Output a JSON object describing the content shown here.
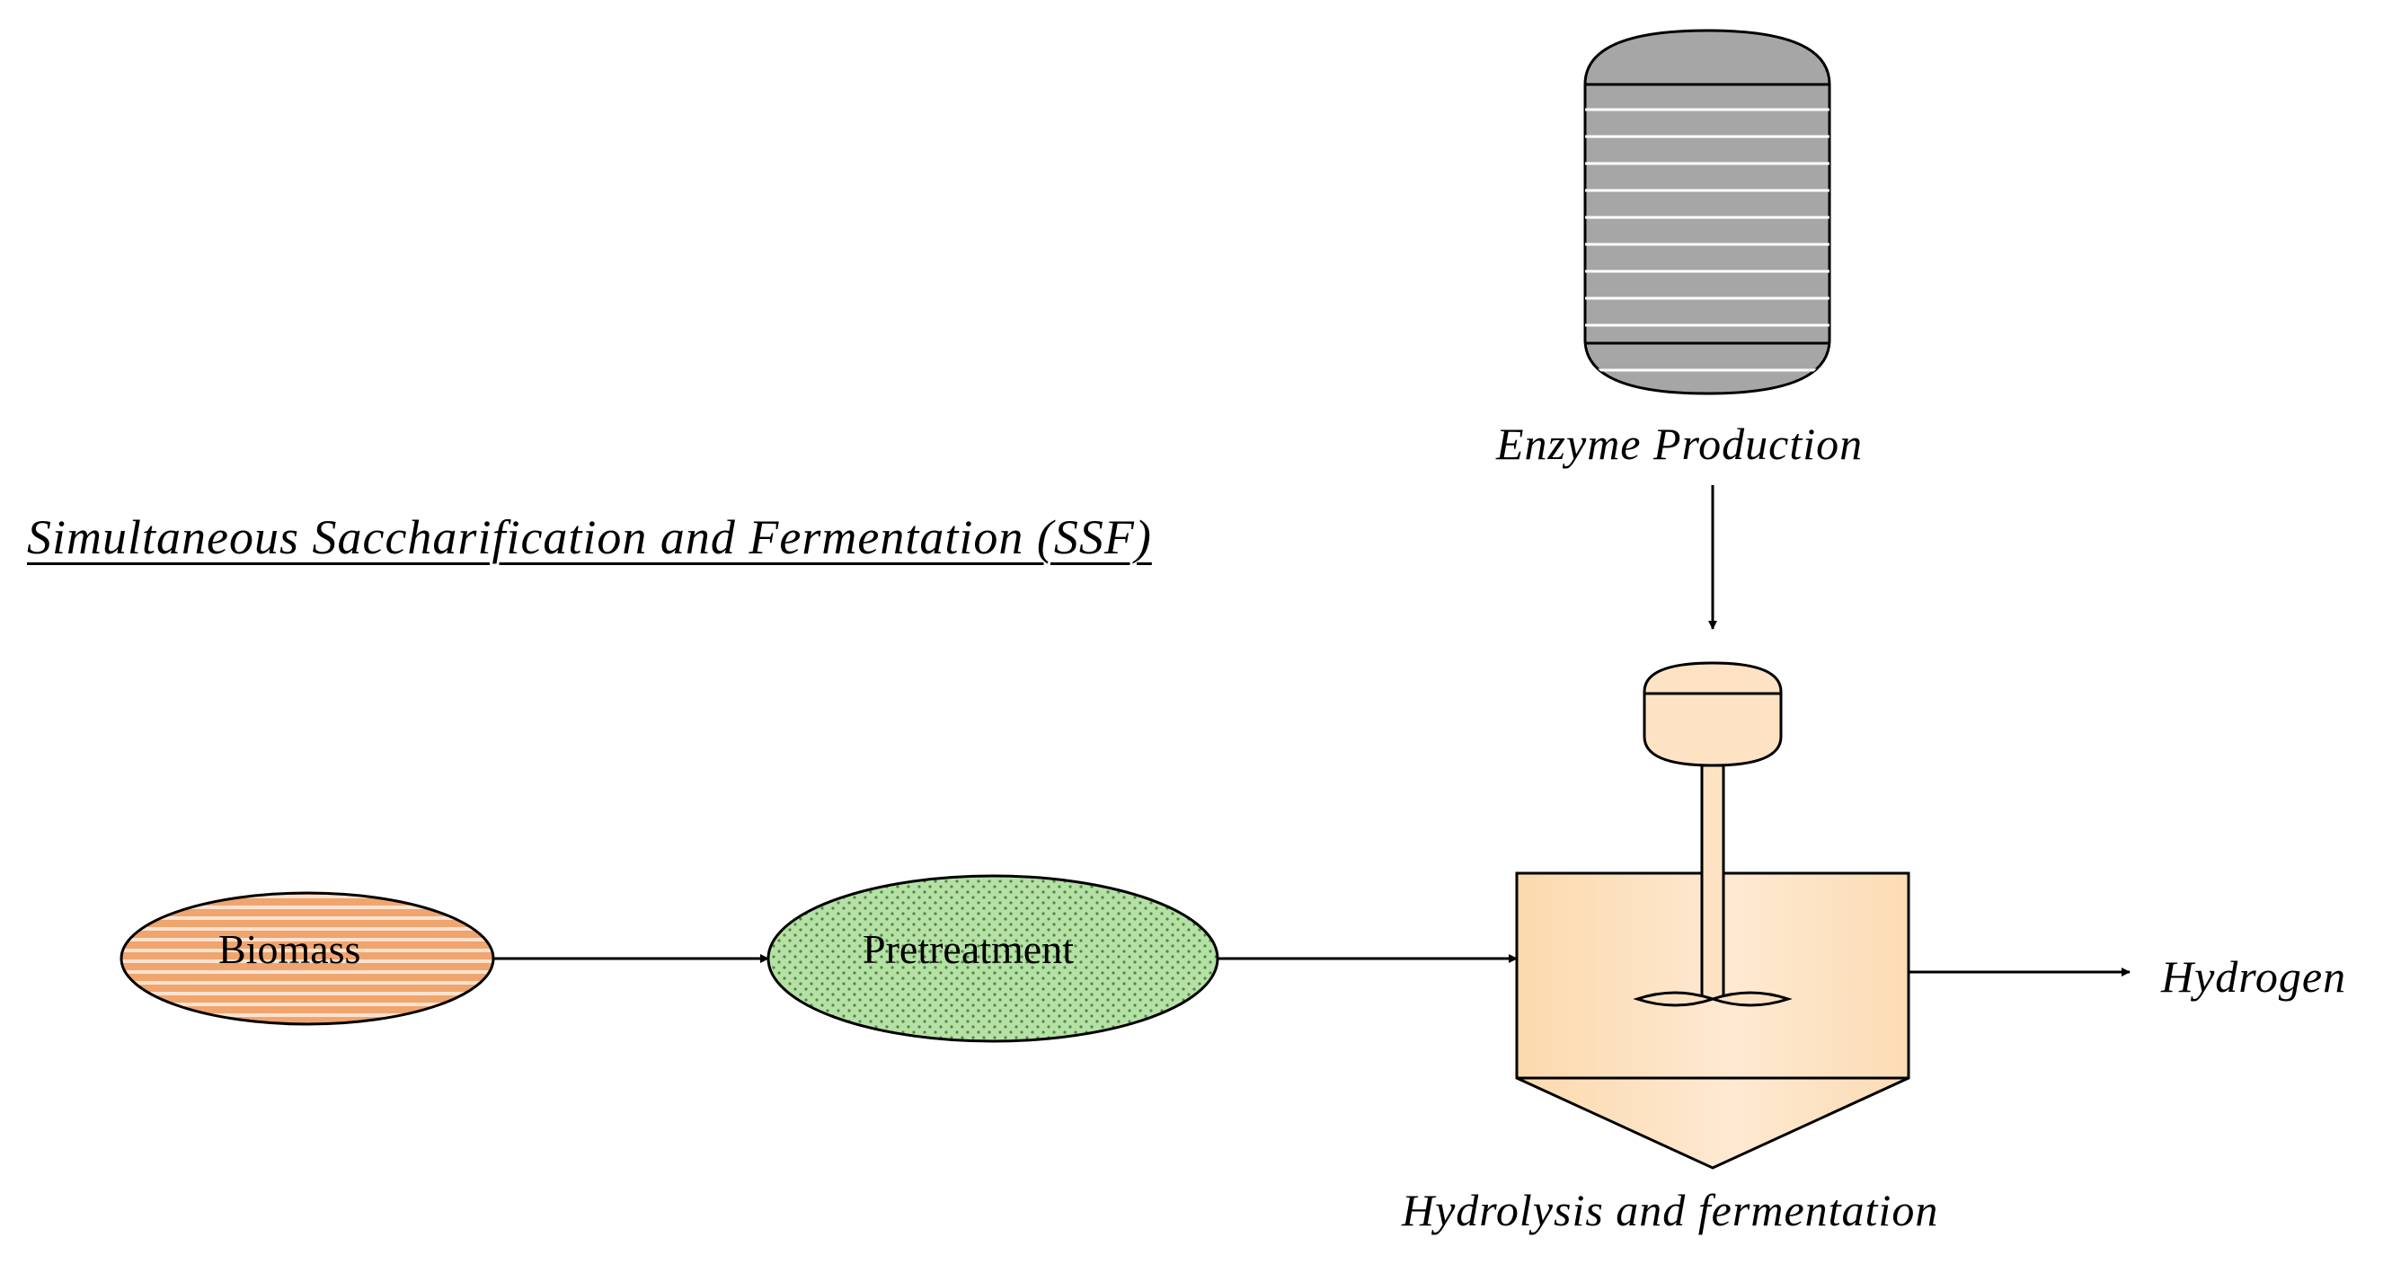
{
  "title": "Simultaneous Saccharification and Fermentation (SSF)",
  "nodes": {
    "biomass": {
      "label": "Biomass",
      "fill": "#f0a46e",
      "stripe": "#fde2cf"
    },
    "pretreatment": {
      "label": "Pretreatment",
      "fill": "#b5e0a6",
      "dot": "#4f8a3e"
    },
    "enzyme_production": {
      "label": "Enzyme Production",
      "fill": "#a6a6a6"
    },
    "reactor": {
      "label": "Hydrolysis and fermentation",
      "fill": "#fde3c4"
    },
    "product": {
      "label": "Hydrogen"
    }
  },
  "edges": [
    {
      "from": "biomass",
      "to": "pretreatment"
    },
    {
      "from": "pretreatment",
      "to": "reactor"
    },
    {
      "from": "enzyme_production",
      "to": "reactor"
    },
    {
      "from": "reactor",
      "to": "product"
    }
  ]
}
